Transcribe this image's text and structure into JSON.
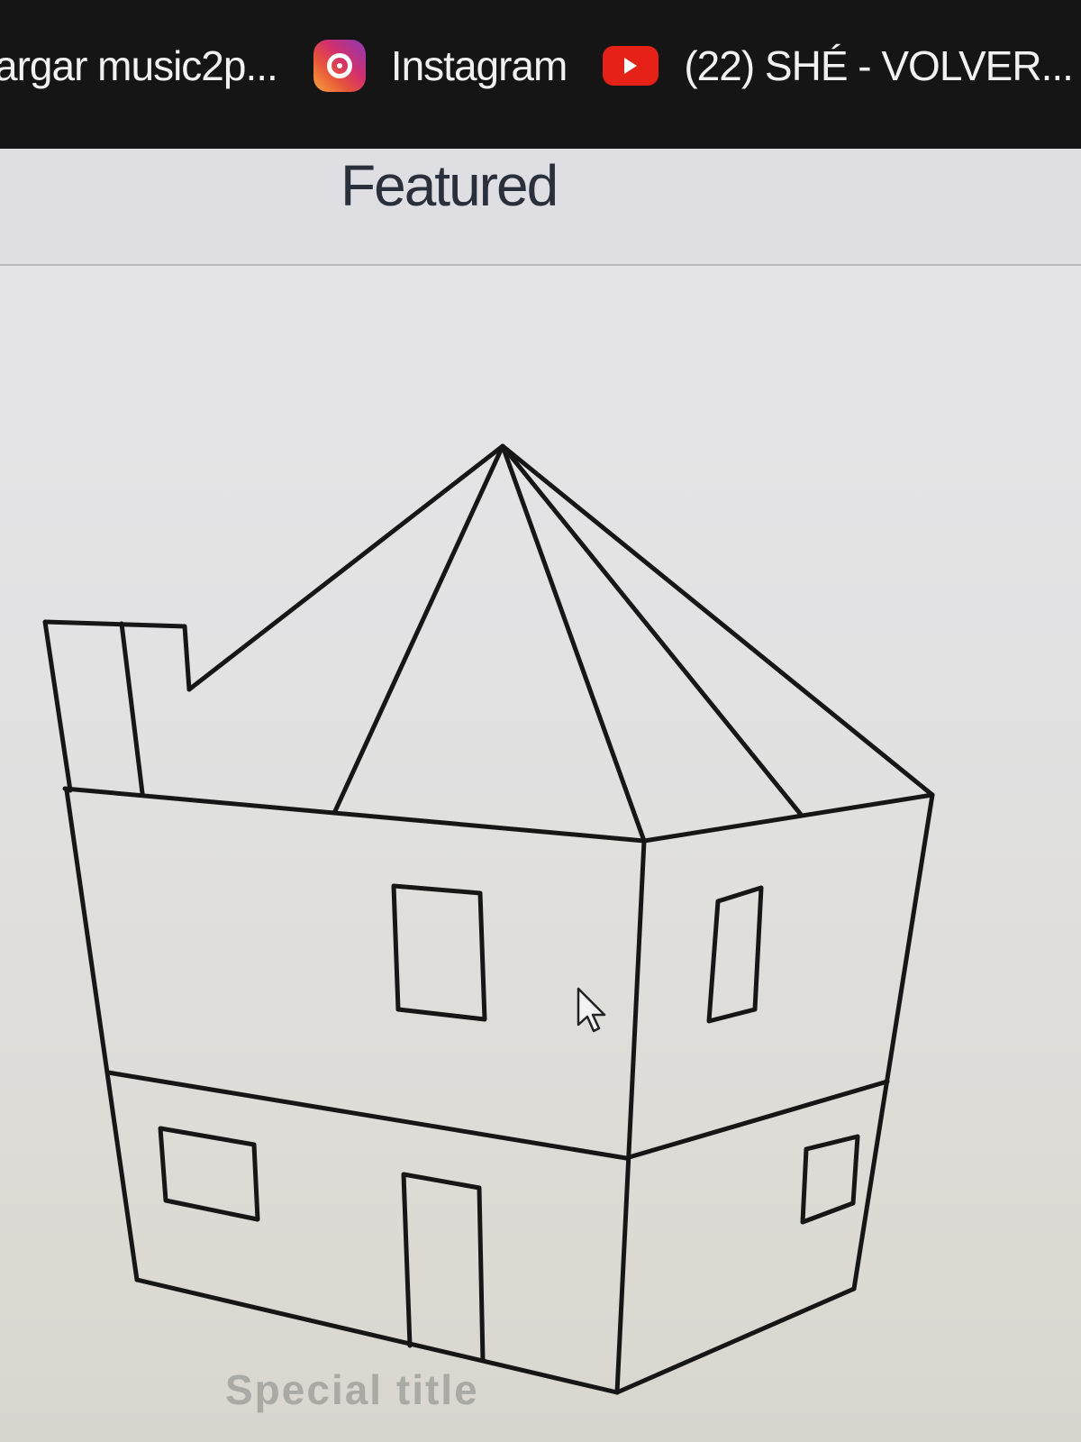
{
  "bookmarks": [
    {
      "label": "argar music2p...",
      "icon": "none"
    },
    {
      "label": "Instagram",
      "icon": "instagram-icon"
    },
    {
      "label": "(22) SHÉ - VOLVER...",
      "icon": "youtube-icon"
    }
  ],
  "card": {
    "header": "Featured",
    "footer_text": "Special title"
  },
  "colors": {
    "bookmarks_bar": "#151515",
    "instagram": "#d2306c",
    "youtube": "#e62117",
    "line_art": "#161616"
  }
}
